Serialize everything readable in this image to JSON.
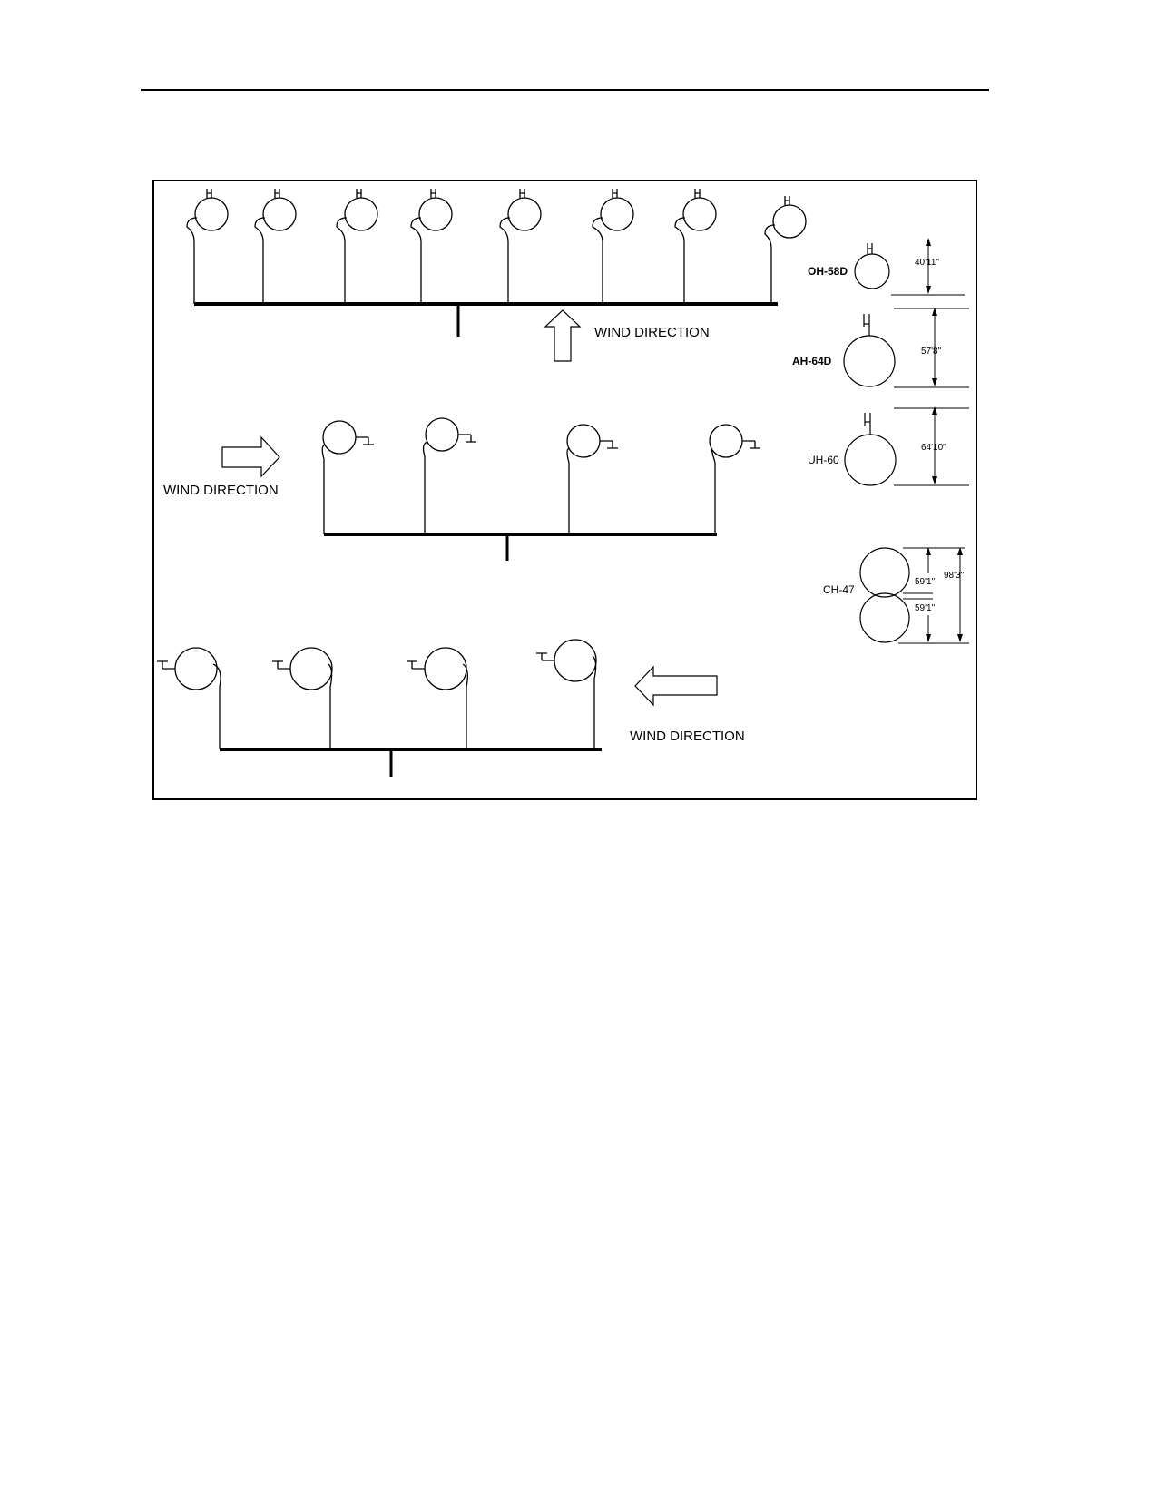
{
  "figure": {
    "wind_label_top": "WIND DIRECTION",
    "wind_label_middle": "WIND DIRECTION",
    "wind_label_bottom": "WIND DIRECTION",
    "legend": {
      "oh58d": {
        "name": "OH-58D",
        "dim": "40'11\""
      },
      "ah64d": {
        "name": "AH-64D",
        "dim": "57'8\""
      },
      "uh60": {
        "name": "UH-60",
        "dim": "64'10\""
      },
      "ch47": {
        "name": "CH-47",
        "dim_front": "59'1\"",
        "dim_rear": "59'1\"",
        "dim_total": "98'3\""
      }
    }
  },
  "icons": {
    "aircraft": "helicopter-rotor-disk-icon",
    "wind": "wind-direction-arrow-icon"
  }
}
